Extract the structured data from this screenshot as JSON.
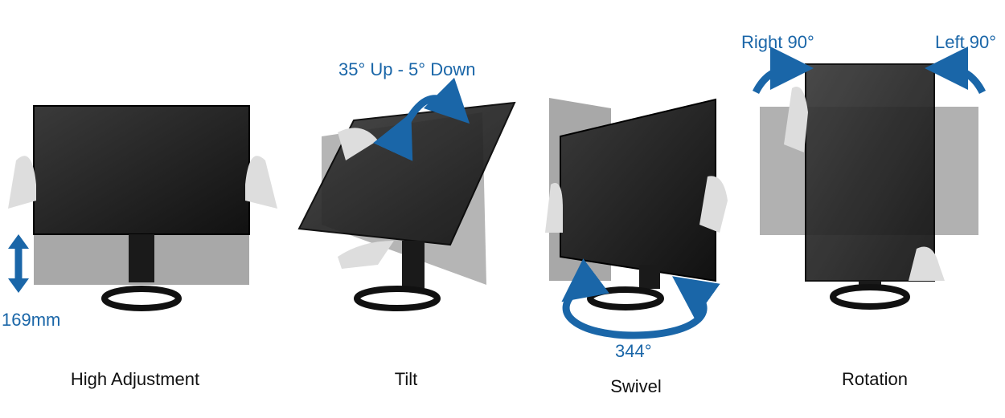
{
  "colors": {
    "accent": "#1a66a8",
    "screen": "#1c1c1c",
    "ghost": "#9a9a9a"
  },
  "panels": [
    {
      "caption": "High Adjustment",
      "measure": "169mm"
    },
    {
      "caption": "Tilt",
      "measure": "35° Up - 5° Down"
    },
    {
      "caption": "Swivel",
      "measure": "344°"
    },
    {
      "caption": "Rotation",
      "measure_right": "Right 90°",
      "measure_left": "Left 90°"
    }
  ]
}
